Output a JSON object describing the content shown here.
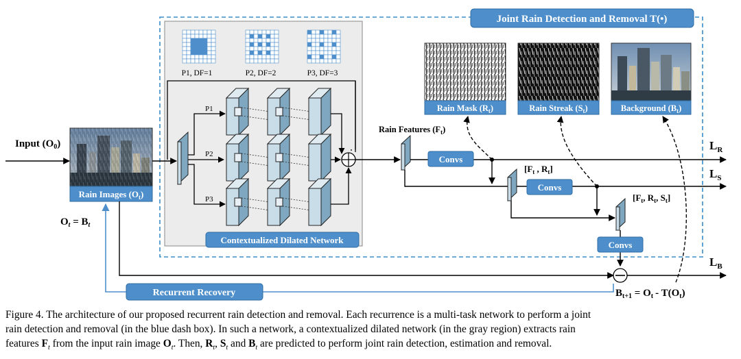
{
  "title": "Joint Rain Detection and Removal T(•)",
  "input": {
    "label": "Input",
    "sym": "(O",
    "sub": "0",
    "close": ")"
  },
  "rain_images": {
    "label": "Rain Images",
    "sym": "(O",
    "sub": "t",
    "close": ")"
  },
  "ot_eq": {
    "left": "O",
    "left_sub": "t",
    "right": " = B",
    "right_sub": "t"
  },
  "dilation": [
    {
      "label": "P1, DF=1"
    },
    {
      "label": "P2, DF=2"
    },
    {
      "label": "P3, DF=3"
    }
  ],
  "paths": [
    "P1",
    "P2",
    "P3"
  ],
  "cdn_label": "Contextualized Dilated Network",
  "rain_features": {
    "label": "Rain Features",
    "sym": "(F",
    "sub": "t",
    "close": ")"
  },
  "convs": "Convs",
  "concat1": {
    "open": "[F",
    "sub1": "t",
    "mid": " , R",
    "sub2": "t",
    "close": "]"
  },
  "concat2": {
    "open": "[F",
    "sub1": "t",
    "mid1": ", R",
    "sub2": "t",
    "mid2": ", S",
    "sub3": "t",
    "close": "]"
  },
  "outputs": [
    {
      "label": "Rain Mask",
      "sym": "(R",
      "sub": "t",
      "close": ")"
    },
    {
      "label": "Rain Streak",
      "sym": "(S",
      "sub": "t",
      "close": ")"
    },
    {
      "label": "Background",
      "sym": "(B",
      "sub": "t",
      "close": ")"
    }
  ],
  "losses": [
    {
      "main": "L",
      "sub": "R"
    },
    {
      "main": "L",
      "sub": "S"
    },
    {
      "main": "L",
      "sub": "B"
    }
  ],
  "update": {
    "left": "B",
    "left_sub": "t+1",
    "mid": " = O",
    "mid_sub": "t",
    "right": "- T(O",
    "right_sub": "t",
    "close": ")"
  },
  "recurrent": "Recurrent Recovery",
  "colors": {
    "accent": "#4e8fcb",
    "accent_dark": "#2e6ea6",
    "dash": "#3a8ec9",
    "gray_region": "#ececec",
    "block": "#c9dde9"
  },
  "caption": {
    "l1": "Figure 4. The architecture of our proposed recurrent rain detection and removal. Each recurrence is a multi-task network to perform a joint",
    "l2": "rain detection and removal (in the blue dash box).  In such a network, a contextualized dilated network (in the gray region) extracts rain",
    "l3a": "features ",
    "F": "F",
    "l3b": " from the input rain image ",
    "O": "O",
    "l3c": ". Then, ",
    "R": "R",
    "l3d": ", ",
    "S": "S",
    "l3e": " and ",
    "B": "B",
    "l3f": " are predicted to perform joint rain detection, estimation and removal.",
    "t": "t"
  }
}
